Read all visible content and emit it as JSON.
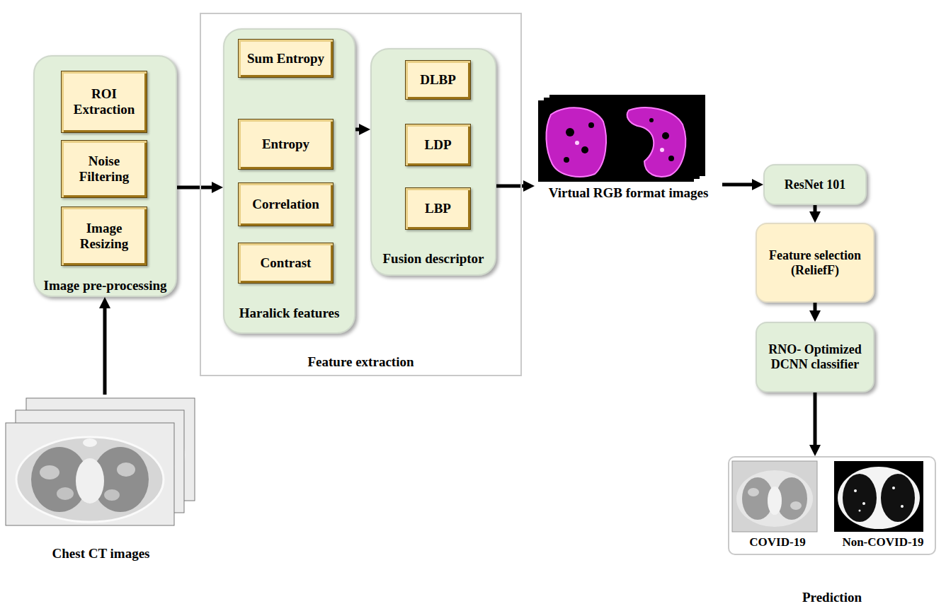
{
  "diagram": {
    "nodes": [
      {
        "text": [
          "Image pre-processing"
        ]
      },
      {
        "text": [
          "ROI Extraction"
        ],
        "in": 0
      },
      {
        "text": [
          "Noise Filtering"
        ],
        "in": 0
      },
      {
        "text": [
          "Image Resizing"
        ],
        "in": 0
      },
      {
        "text": [
          "Chest CT images"
        ]
      },
      {
        "text": [
          "Feature extraction"
        ]
      },
      {
        "text": [
          "Haralick features"
        ],
        "in": 5
      },
      {
        "text": [
          "Sum Entropy"
        ],
        "in": 6
      },
      {
        "text": [
          "Entropy"
        ],
        "in": 6
      },
      {
        "text": [
          "Correlation"
        ],
        "in": 6
      },
      {
        "text": [
          "Contrast"
        ],
        "in": 6
      },
      {
        "text": [
          "Fusion descriptor"
        ],
        "in": 5
      },
      {
        "text": [
          "DLBP"
        ],
        "in": 11
      },
      {
        "text": [
          "LDP"
        ],
        "in": 11
      },
      {
        "text": [
          "LBP"
        ],
        "in": 11
      },
      {
        "text": [
          "Virtual RGB format images"
        ]
      },
      {
        "text": [
          "ResNet 101"
        ]
      },
      {
        "text": [
          "Feature selection (ReliefF)"
        ]
      },
      {
        "text": [
          "RNO- Optimized DCNN classifier"
        ]
      },
      {
        "text": [
          "COVID-19",
          "Non-COVID-19",
          "Prediction"
        ]
      }
    ],
    "edges": [
      {
        "from": 4,
        "to": 0,
        "arrow": "to"
      },
      {
        "from": 0,
        "to": 6,
        "arrow": "to"
      },
      {
        "from": 6,
        "to": 11,
        "arrow": "to"
      },
      {
        "from": 11,
        "to": 15,
        "arrow": "to"
      },
      {
        "from": 15,
        "to": 16,
        "arrow": "to"
      },
      {
        "from": 16,
        "to": 17,
        "arrow": "to"
      },
      {
        "from": 17,
        "to": 18,
        "arrow": "to"
      },
      {
        "from": 18,
        "to": 19,
        "arrow": "to"
      }
    ]
  }
}
